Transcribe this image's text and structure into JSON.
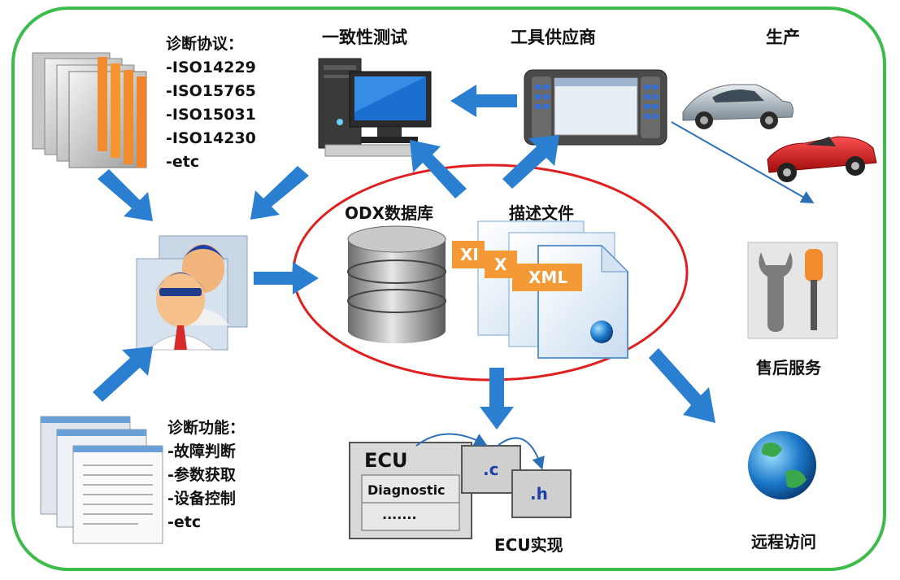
{
  "protocols": {
    "title": "诊断协议：",
    "items": [
      "-ISO14229",
      "-ISO15765",
      "-ISO15031",
      "-ISO14230",
      "-etc"
    ]
  },
  "functions": {
    "title": "诊断功能：",
    "items": [
      "-故障判断",
      "-参数获取",
      "-设备控制",
      "-etc"
    ]
  },
  "labels": {
    "conformance_test": "一致性测试",
    "tool_supplier": "工具供应商",
    "production": "生产",
    "odx_database": "ODX数据库",
    "description_files": "描述文件",
    "aftersales": "售后服务",
    "remote_access": "远程访问",
    "ecu_impl": "ECU实现"
  },
  "ecu": {
    "title": "ECU",
    "diagnostic": "Diagnostic",
    "dots": "·······",
    "c_file": ".c",
    "h_file": ".h"
  },
  "xml": {
    "front": "XML",
    "mid": "X",
    "back": "XI"
  },
  "colors": {
    "frame_green": "#3dbb4c",
    "arrow_blue": "#2a7fd0",
    "ellipse_red": "#e02020",
    "xml_orange": "#f39a36"
  }
}
